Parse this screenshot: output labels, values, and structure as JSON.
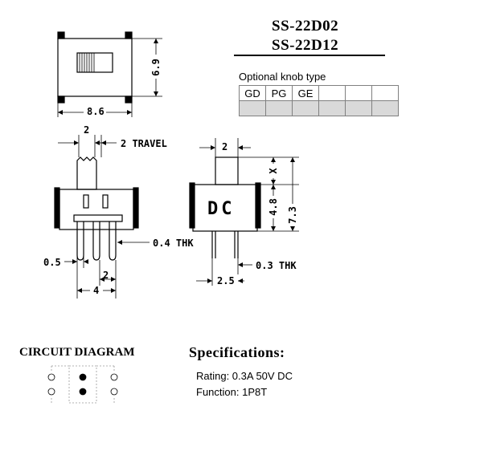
{
  "models": [
    "SS-22D02",
    "SS-22D12"
  ],
  "knob": {
    "caption": "Optional knob type",
    "types": [
      "GD",
      "PG",
      "GE",
      "",
      "",
      ""
    ]
  },
  "top_view": {
    "width": "8.6",
    "height": "6.9"
  },
  "side_view": {
    "pitch_top": "2",
    "travel": "2 TRAVEL",
    "thickness": "0.4 THK",
    "offset": "0.5",
    "pitch": "2",
    "span": "4"
  },
  "front_view": {
    "knob_width": "2",
    "label": "DC",
    "dim_x": "X",
    "body_height": "4.8",
    "total_height": "7.3",
    "thickness": "0.3 THK",
    "pin_span": "2.5"
  },
  "circuit": {
    "title": "CIRCUIT DIAGRAM"
  },
  "specs": {
    "title": "Specifications:",
    "rating": "Rating: 0.3A 50V DC",
    "function": "Function: 1P8T"
  },
  "colors": {
    "line": "#000000",
    "table_border": "#808080",
    "table_fill": "#d9d9d9",
    "dashed": "#9a9a9a"
  }
}
